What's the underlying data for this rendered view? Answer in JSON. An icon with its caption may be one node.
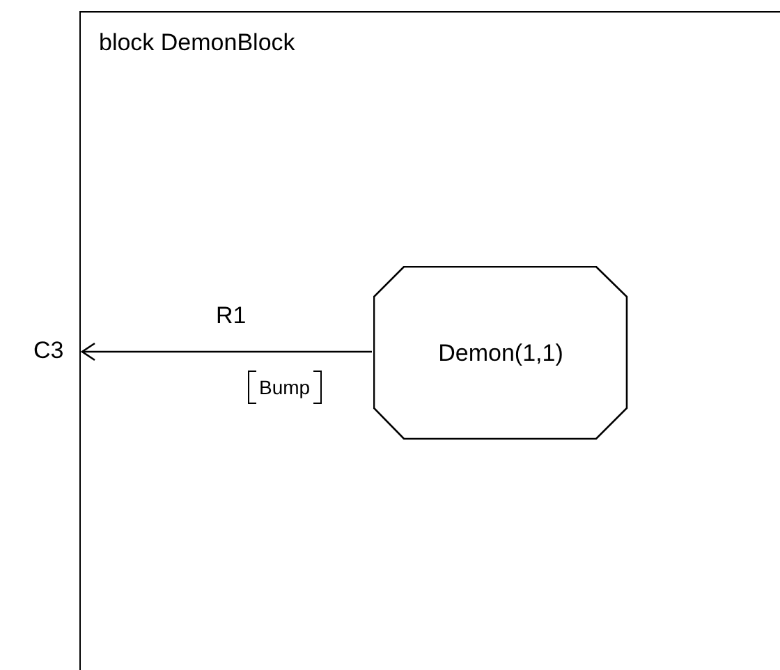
{
  "diagram": {
    "nodes": [
      {
        "text": [
          "block DemonBlock"
        ]
      },
      {
        "text": [
          "Demon(1,1)"
        ],
        "in": 0
      }
    ],
    "edges": [
      {
        "from": 1,
        "to": 0,
        "arrow": "to",
        "label": "R1"
      }
    ],
    "labels": [
      "C3",
      "Bump"
    ]
  }
}
